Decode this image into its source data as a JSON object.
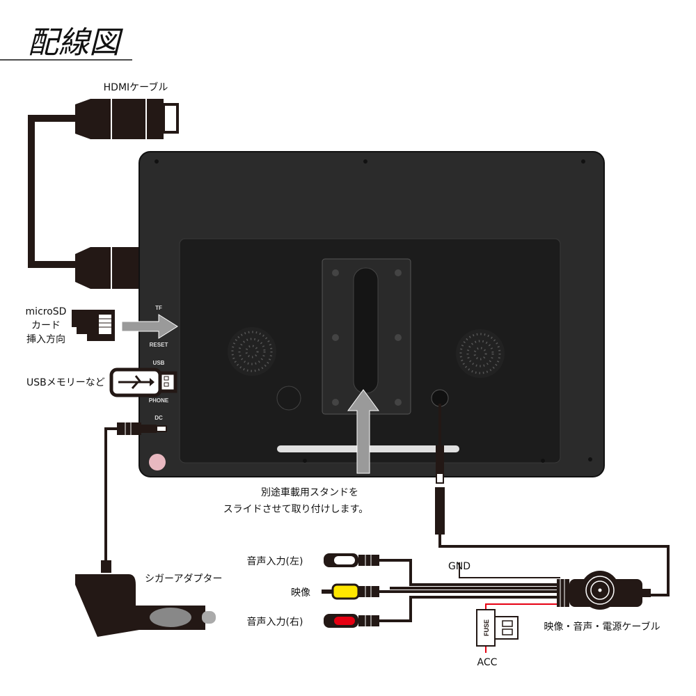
{
  "title": "配線図",
  "labels": {
    "hdmi": "HDMIケーブル",
    "microsd": [
      "microSD",
      "カード",
      "挿入方向"
    ],
    "usb": "USBメモリーなど",
    "cigar": "シガーアダプター",
    "stand": [
      "別途車載用スタンドを",
      "スライドさせて取り付けします。"
    ],
    "audio_left": "音声入力(左)",
    "video": "映像",
    "audio_right": "音声入力(右)",
    "gnd": "GND",
    "acc": "ACC",
    "fuse": "FUSE",
    "main_cable": "映像・音声・電源ケーブル"
  },
  "ports": {
    "tf": "TF",
    "reset": "RESET",
    "usb": "USB",
    "phone": "PHONE",
    "dc": "DC"
  },
  "colors": {
    "monitor": "#2b2b2b",
    "panel": "#1c1c1c",
    "arrow": "#9a9a9a",
    "acc_wire": "#e60012",
    "rca_white": "#ffffff",
    "rca_yellow": "#ffe600",
    "rca_red": "#e60012"
  }
}
